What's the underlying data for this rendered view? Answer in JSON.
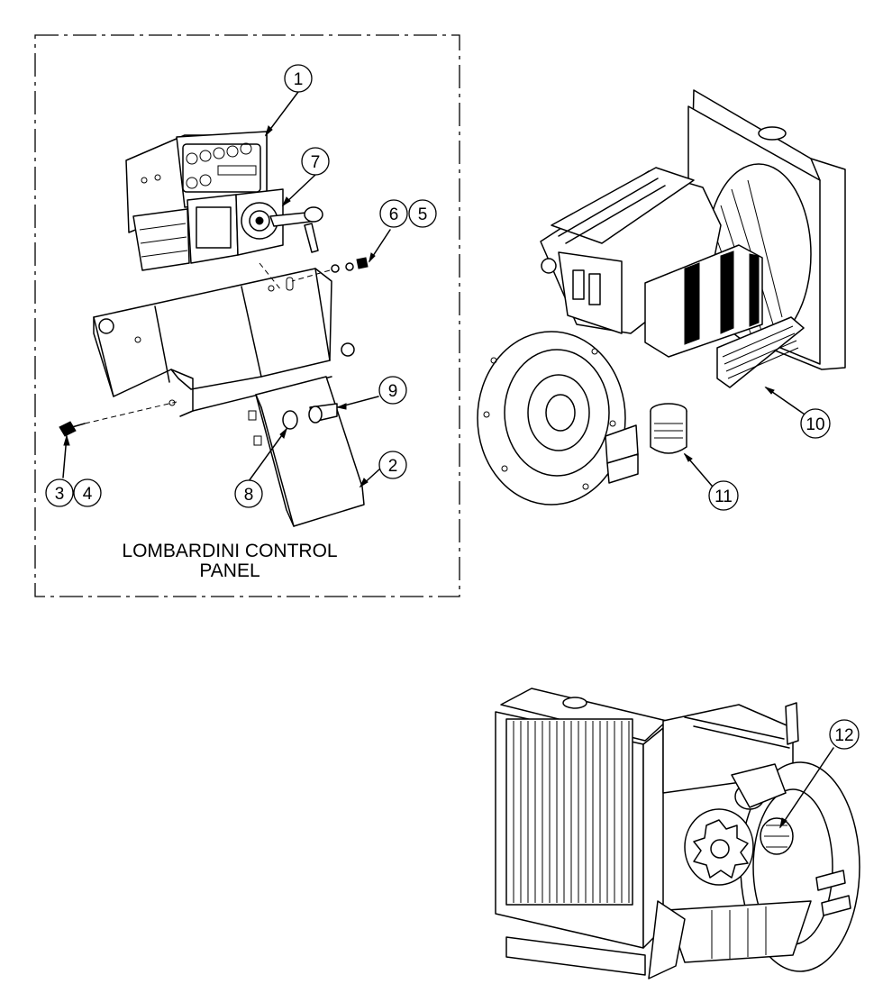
{
  "panel": {
    "caption_line1": "LOMBARDINI CONTROL",
    "caption_line2": "PANEL"
  },
  "callouts": {
    "c1": "1",
    "c2": "2",
    "c3": "3",
    "c4": "4",
    "c5": "5",
    "c6": "6",
    "c7": "7",
    "c8": "8",
    "c9": "9",
    "c10": "10",
    "c11": "11",
    "c12": "12"
  },
  "colors": {
    "line": "#000000",
    "background": "#ffffff"
  }
}
